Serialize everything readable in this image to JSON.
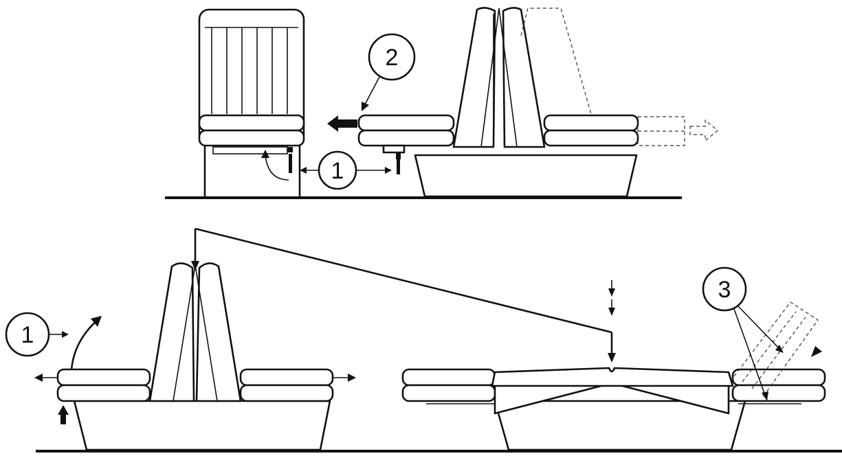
{
  "callouts": {
    "top_callout_2": "2",
    "top_callout_1": "1",
    "bottom_callout_1": "1",
    "bottom_callout_3": "3"
  }
}
